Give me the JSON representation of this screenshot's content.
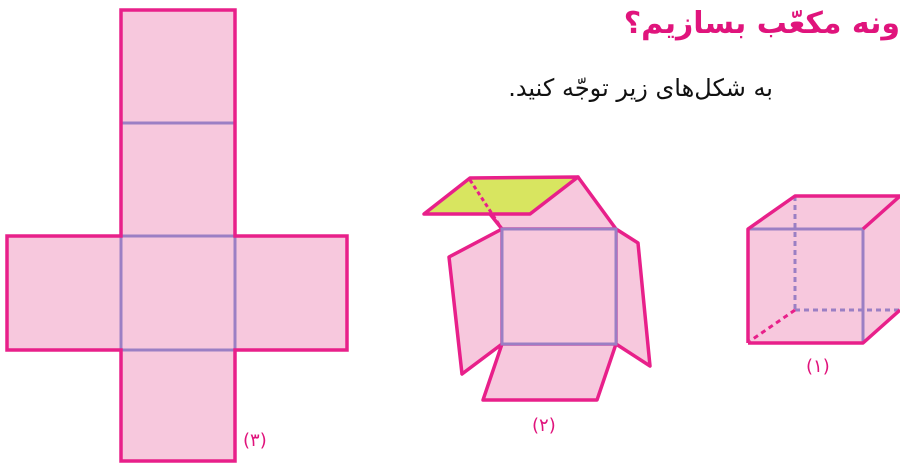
{
  "heading": "ونه مکعّب بسازیم؟",
  "instruction": "به شکل‌های زیر توجّه کنید.",
  "figures": [
    {
      "label": "(۱)",
      "description": "cube"
    },
    {
      "label": "(۲)",
      "description": "partially folded net"
    },
    {
      "label": "(۳)",
      "description": "unfolded cross net"
    }
  ],
  "colors": {
    "face_fill": "#f7c8dd",
    "edge_outline": "#e8208a",
    "fold_line": "#9b7fc4",
    "top_flap": "#d8e560",
    "accent_text": "#e0147c"
  }
}
